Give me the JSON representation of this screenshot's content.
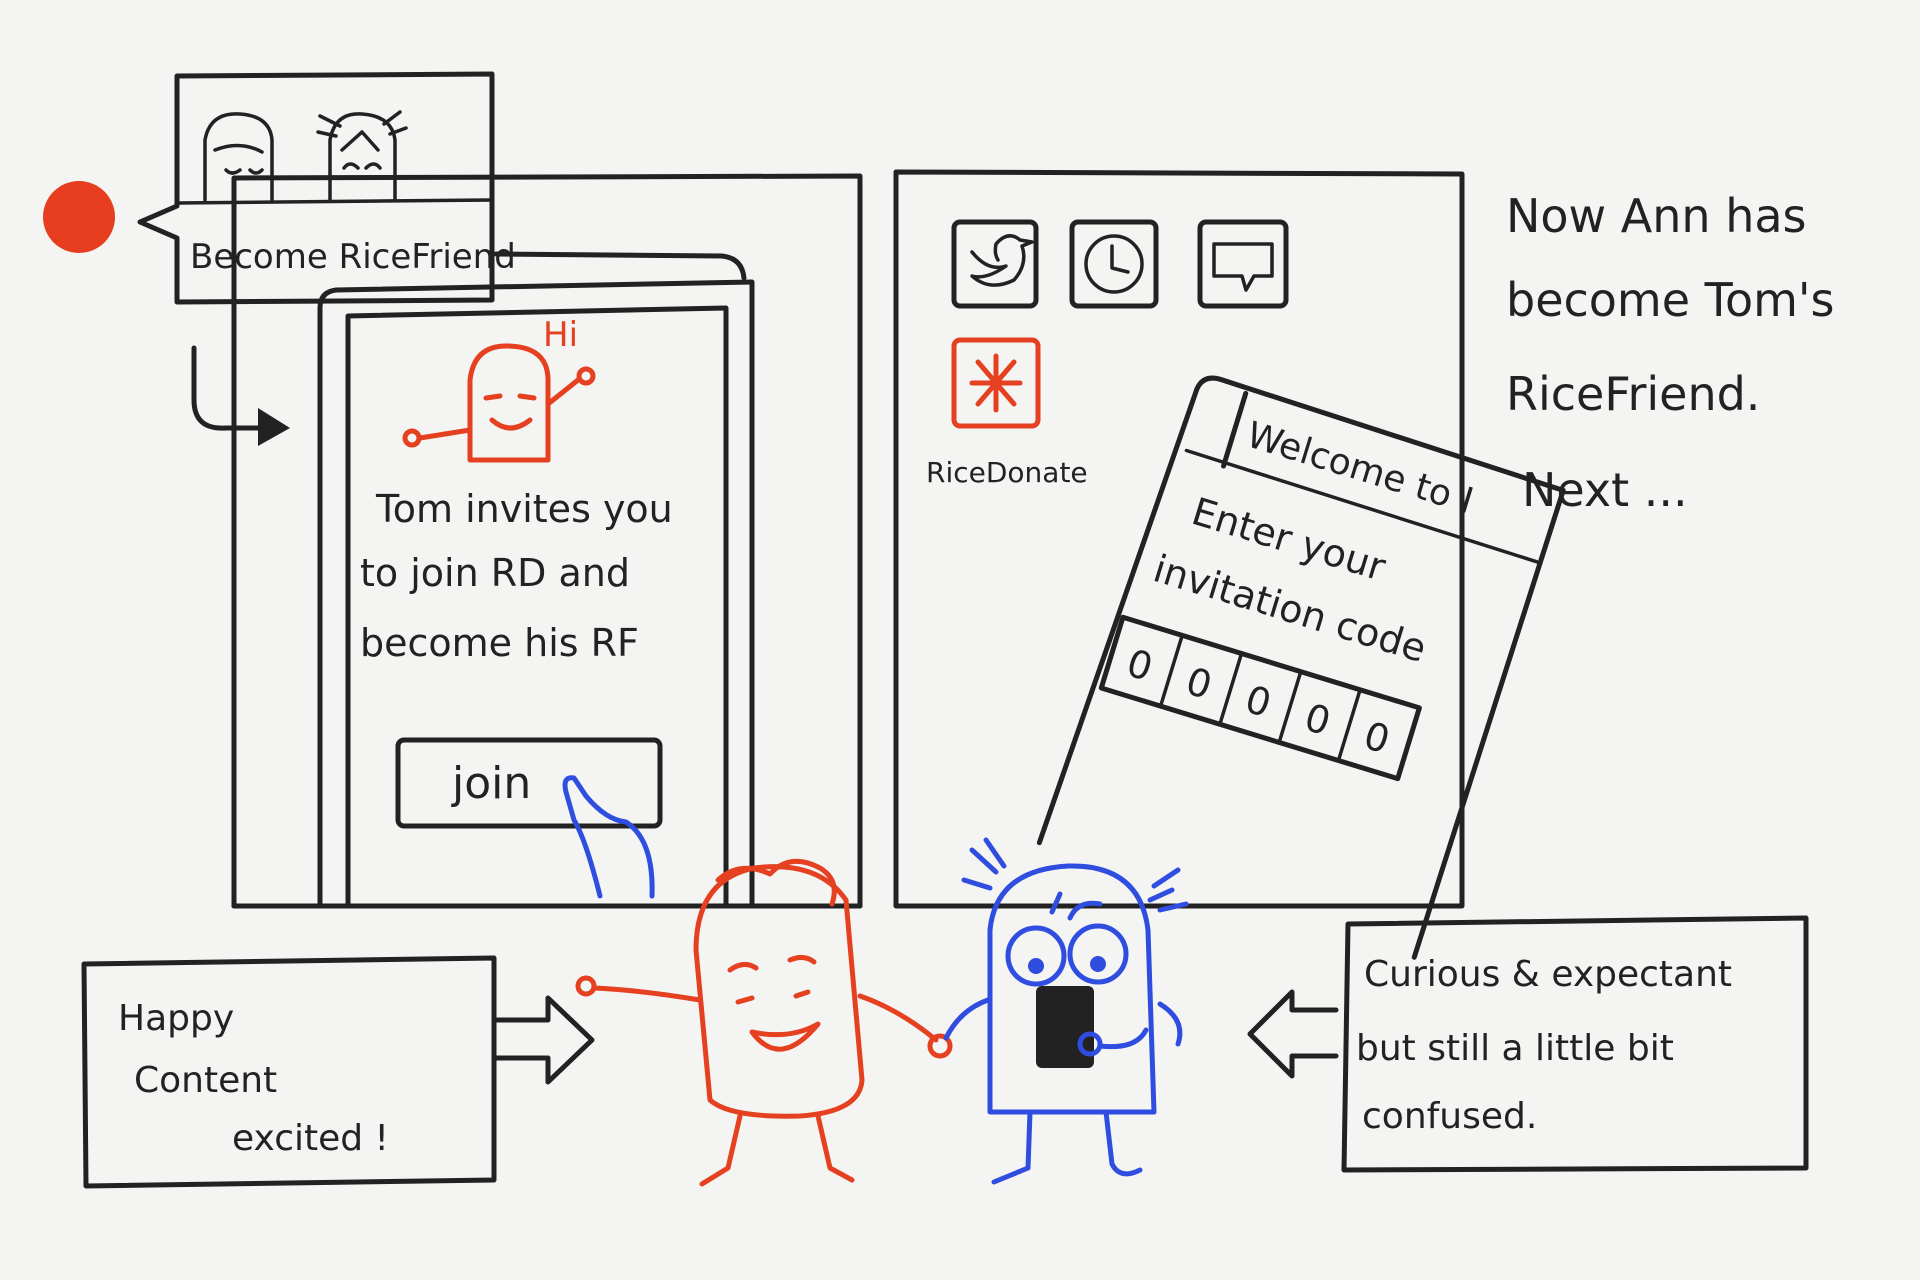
{
  "panel1": {
    "speech_label": "Become RiceFriend"
  },
  "phone_left": {
    "greeting": "Hi",
    "invite_lines": [
      "Tom invites you",
      "to join RD and",
      "become his RF"
    ],
    "join_button": "join"
  },
  "phone_right": {
    "app_label": "RiceDonate",
    "welcome": "Welcome to I",
    "prompt_lines": [
      "Enter your",
      "invitation code"
    ],
    "code_digits": [
      "0",
      "0",
      "0",
      "0",
      "0"
    ]
  },
  "narration": {
    "lines": [
      "Now Ann has",
      "become Tom's",
      "RiceFriend.",
      "Next ..."
    ]
  },
  "left_note": {
    "lines": [
      "Happy",
      "Content",
      "excited !"
    ]
  },
  "right_note": {
    "lines": [
      "Curious & expectant",
      "but still a little bit",
      "confused."
    ]
  },
  "colors": {
    "red": "#e5401f",
    "blue": "#2f4ee0",
    "ink": "#222222",
    "paper": "#f4f4f3"
  },
  "icons": [
    "twitter-icon",
    "clock-icon",
    "message-icon",
    "ricedonate-logo-icon",
    "record-dot-icon",
    "arrow-right-icon",
    "arrow-left-icon"
  ]
}
